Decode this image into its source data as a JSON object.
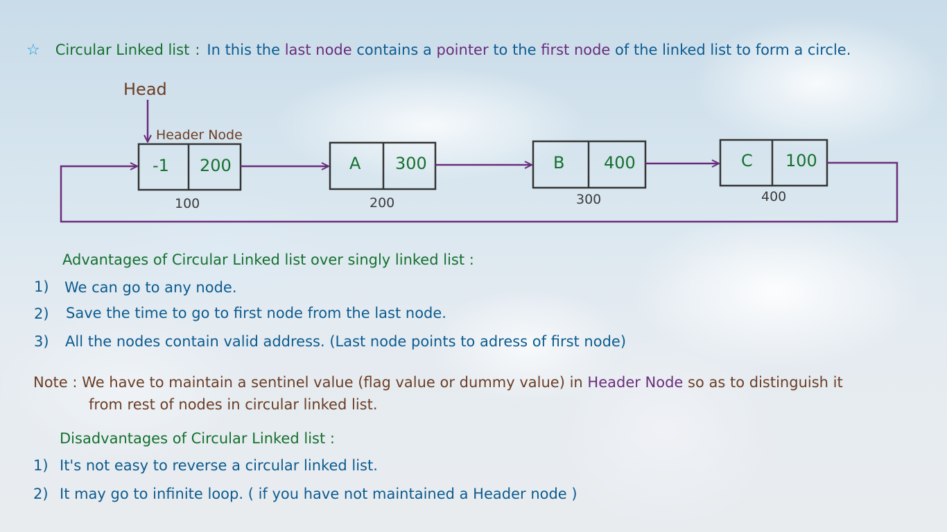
{
  "title": {
    "label": "Circular Linked list",
    "sep": ":",
    "t1": "In this the",
    "h1": "last node",
    "t2": "contains a",
    "h2": "pointer",
    "t3": "to the",
    "h3": "first node",
    "t4": "of the linked list to form a circle."
  },
  "diagram": {
    "head_label": "Head",
    "header_node_label": "Header Node",
    "nodes": [
      {
        "data": "-1",
        "next": "200",
        "address": "100"
      },
      {
        "data": "A",
        "next": "300",
        "address": "200"
      },
      {
        "data": "B",
        "next": "400",
        "address": "300"
      },
      {
        "data": "C",
        "next": "100",
        "address": "400"
      }
    ]
  },
  "advantages": {
    "heading": "Advantages of Circular Linked list over singly linked list :",
    "items": [
      {
        "num": "1)",
        "text": "We can go to any node."
      },
      {
        "num": "2)",
        "text": "Save the time to go to first node from the last node."
      },
      {
        "num": "3)",
        "text": "All the nodes contain valid address. (Last node points to adress of first node)"
      }
    ]
  },
  "note": {
    "prefix": "Note :",
    "t1": "We have to maintain a sentinel value (flag value or dummy value) in",
    "highlight": "Header Node",
    "t2": "so as to distinguish it",
    "line2": "from rest of nodes in circular linked list."
  },
  "disadvantages": {
    "heading": "Disadvantages of Circular Linked list :",
    "items": [
      {
        "num": "1)",
        "text": "It's not easy to reverse a circular linked list."
      },
      {
        "num": "2)",
        "text": "It may go to infinite loop. ( if you have not maintained a Header node )"
      }
    ]
  },
  "colors": {
    "green": "#15702f",
    "blue": "#0b5b8f",
    "purple": "#6a2c7a",
    "brown": "#6b3d24",
    "arrow": "#6a2c7a",
    "star": "#1a9ad6"
  }
}
